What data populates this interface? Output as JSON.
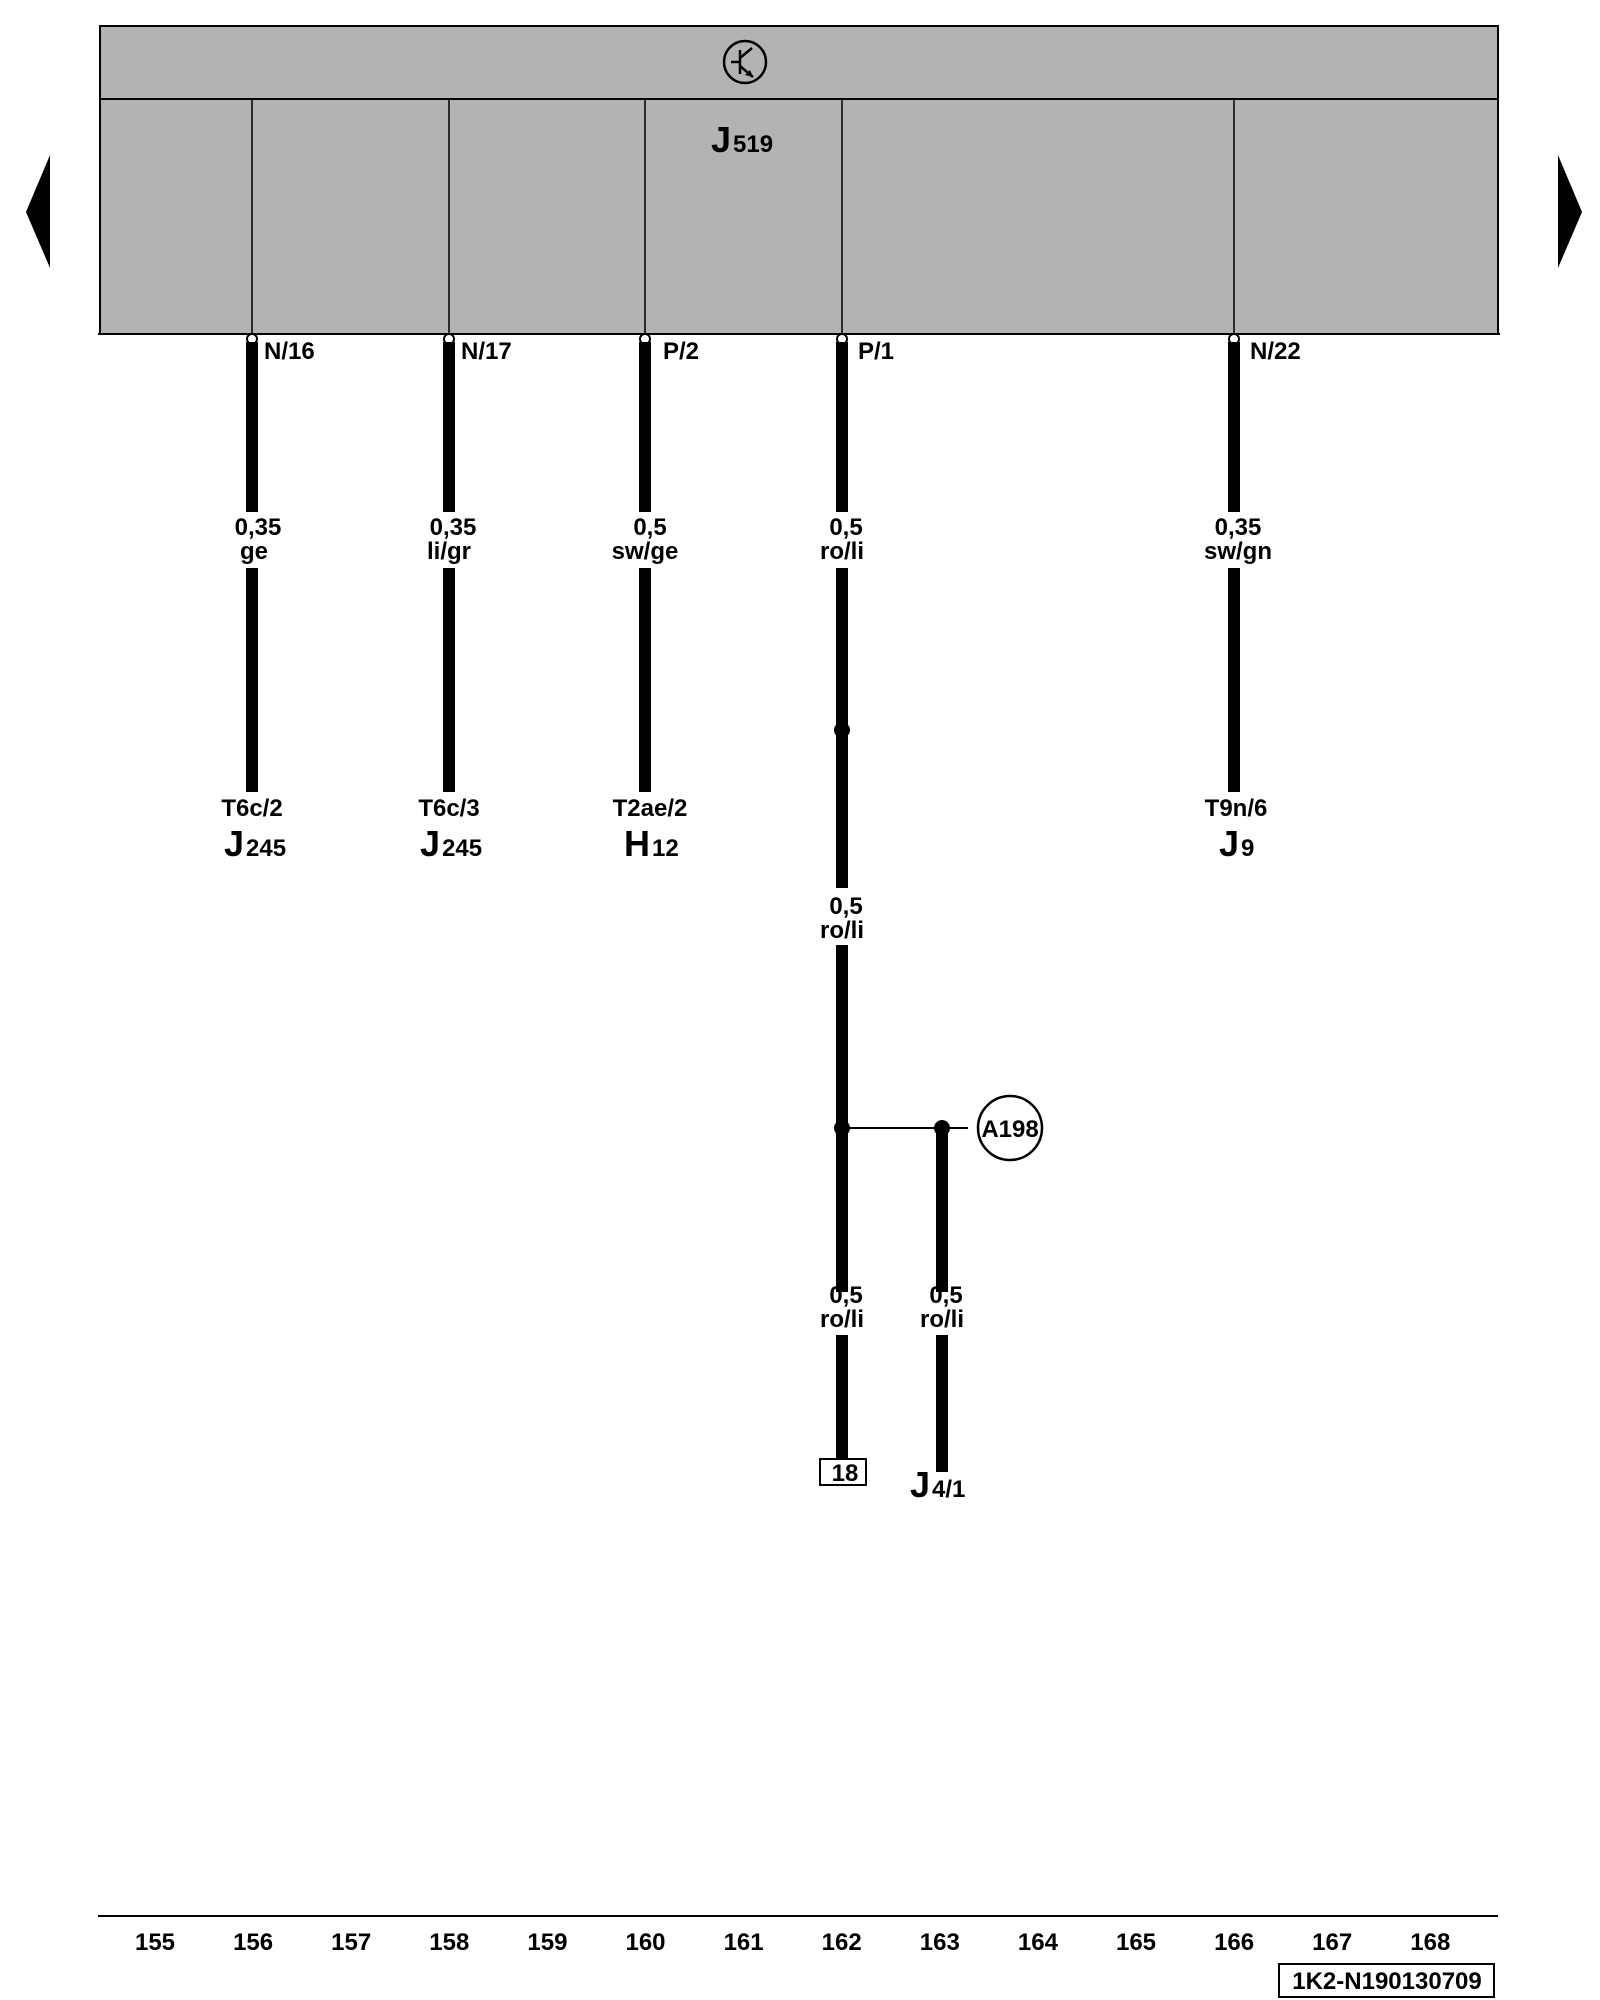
{
  "control_unit": {
    "name": "J",
    "sub": "519",
    "icon": "transistor-icon",
    "fill": "#b3b3b3"
  },
  "nav": {
    "prev_icon": "triangle-left-icon",
    "next_icon": "triangle-right-icon"
  },
  "pins": [
    "N/16",
    "N/17",
    "P/2",
    "P/1",
    "N/22"
  ],
  "wires": [
    {
      "size": "0,35",
      "color": "ge"
    },
    {
      "size": "0,35",
      "color": "li/gr"
    },
    {
      "size": "0,5",
      "color": "sw/ge"
    },
    {
      "size": "0,5",
      "color": "ro/li"
    },
    {
      "size": "0,35",
      "color": "sw/gn"
    },
    {
      "size": "0,5",
      "color": "ro/li"
    },
    {
      "size": "0,5",
      "color": "ro/li"
    },
    {
      "size": "0,5",
      "color": "ro/li"
    }
  ],
  "connectors": [
    "T6c/2",
    "T6c/3",
    "T2ae/2",
    "T9n/6"
  ],
  "components": [
    {
      "main": "J",
      "sub": "245"
    },
    {
      "main": "J",
      "sub": "245"
    },
    {
      "main": "H",
      "sub": "12"
    },
    {
      "main": "J",
      "sub": "9"
    },
    {
      "main": "J",
      "sub": "4/1"
    }
  ],
  "ground_point": "A198",
  "reference_box": "18",
  "columns": [
    "155",
    "156",
    "157",
    "158",
    "159",
    "160",
    "161",
    "162",
    "163",
    "164",
    "165",
    "166",
    "167",
    "168"
  ],
  "document_id": "1K2-N190130709"
}
